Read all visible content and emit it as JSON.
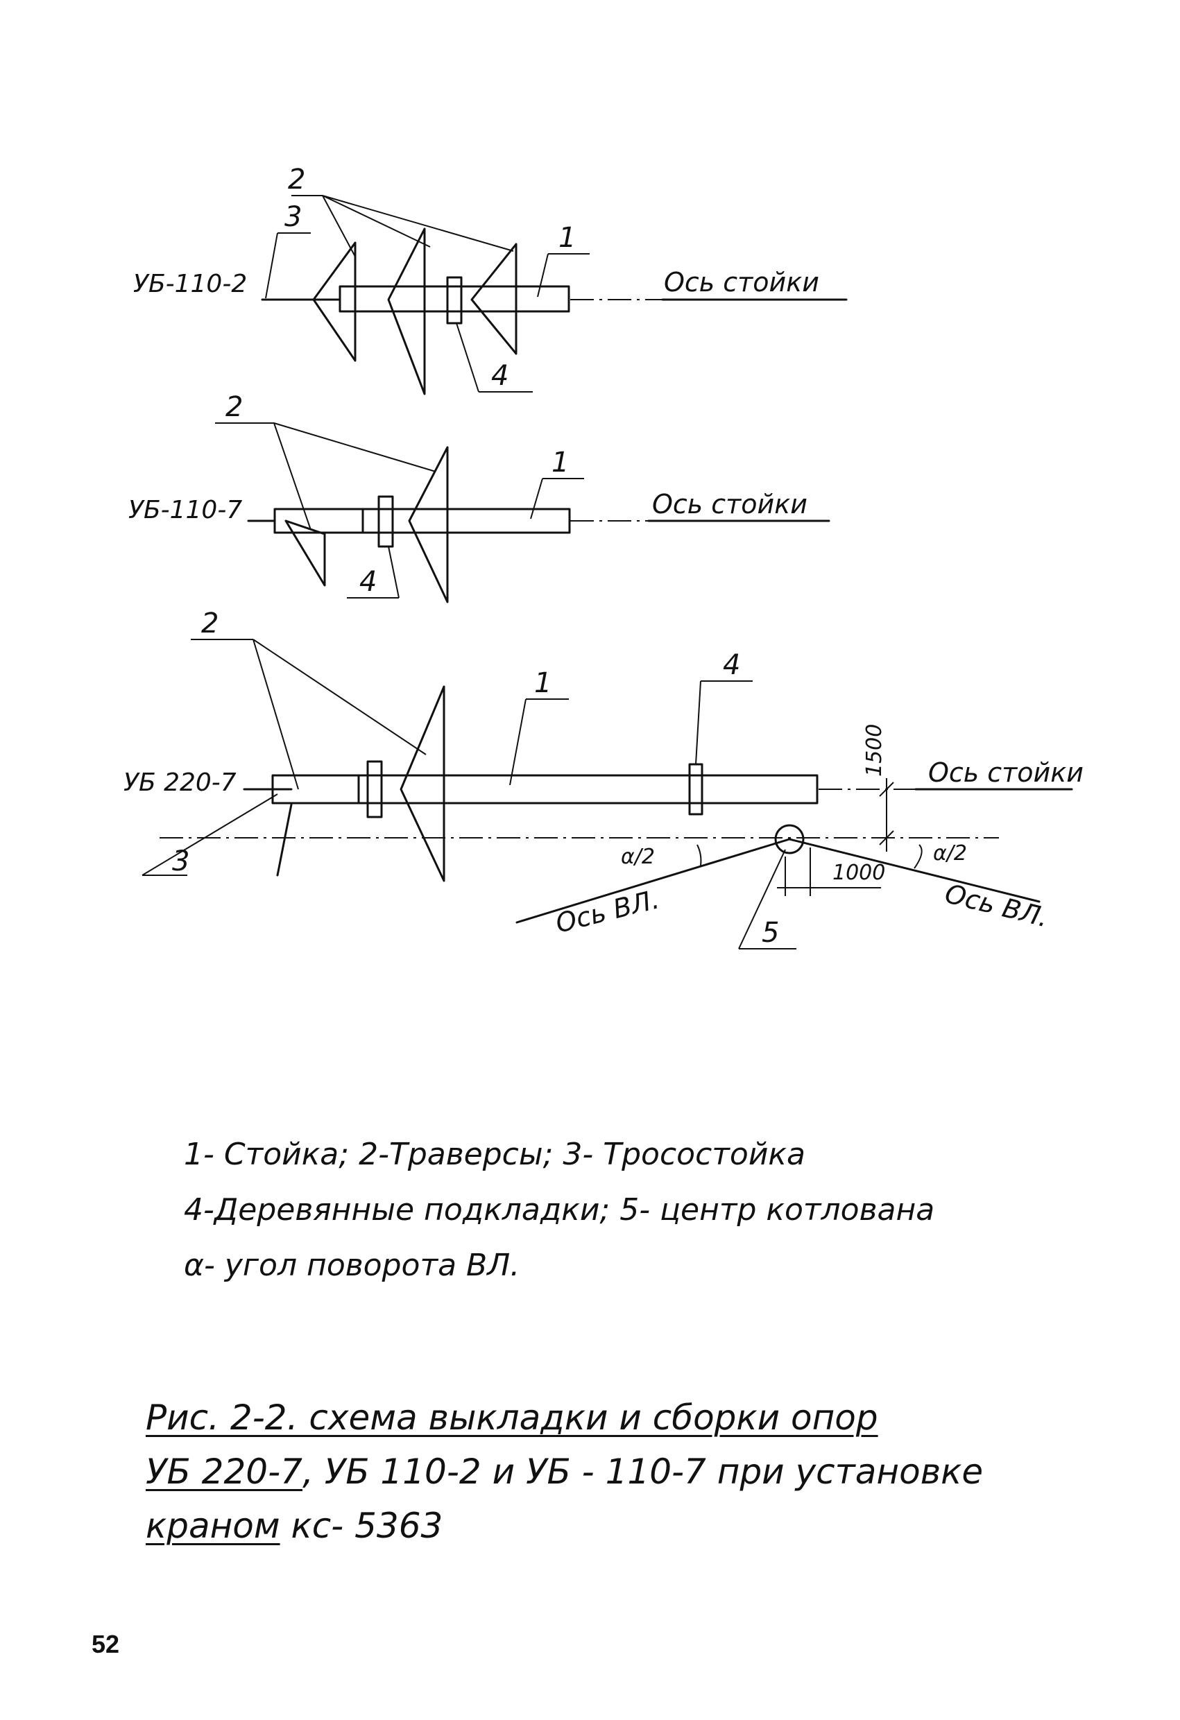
{
  "diagrams": {
    "d1": {
      "type_label": "УБ-110-2",
      "callouts": {
        "traverse": "2",
        "cable_strut": "3",
        "pole": "1",
        "pads": "4"
      },
      "axis_label": "Ось стойки"
    },
    "d2": {
      "type_label": "УБ-110-7",
      "callouts": {
        "traverse": "2",
        "pole": "1",
        "pads": "4"
      },
      "axis_label": "Ось стойки"
    },
    "d3": {
      "type_label": "УБ 220-7",
      "callouts": {
        "traverse": "2",
        "cable_strut": "3",
        "pole": "1",
        "pads": "4",
        "pit_center": "5"
      },
      "axis_label": "Ось стойки",
      "line_axis_left": "Ось ВЛ.",
      "line_axis_right": "Ось ВЛ.",
      "angle_left": "α/2",
      "angle_right": "α/2",
      "dim_vertical": "1500",
      "dim_horizontal": "1000"
    }
  },
  "legend": {
    "line1": "1- Стойка;  2-Траверсы;  3- Тросостойка",
    "line2": "4-Деревянные  подкладки;  5- центр котлована",
    "line3": "α- угол поворота  ВЛ."
  },
  "caption": {
    "prefix": "Рис. 2-2.",
    "line1_rest": " схема выкладки и сборки опор",
    "type_a": "УБ 220-7",
    "line2_rest": ",  УБ 110-2 и  УБ - 110-7 при установке",
    "line3_a": "краном",
    "line3_b": "  кс- 5363"
  },
  "page_number": "52"
}
